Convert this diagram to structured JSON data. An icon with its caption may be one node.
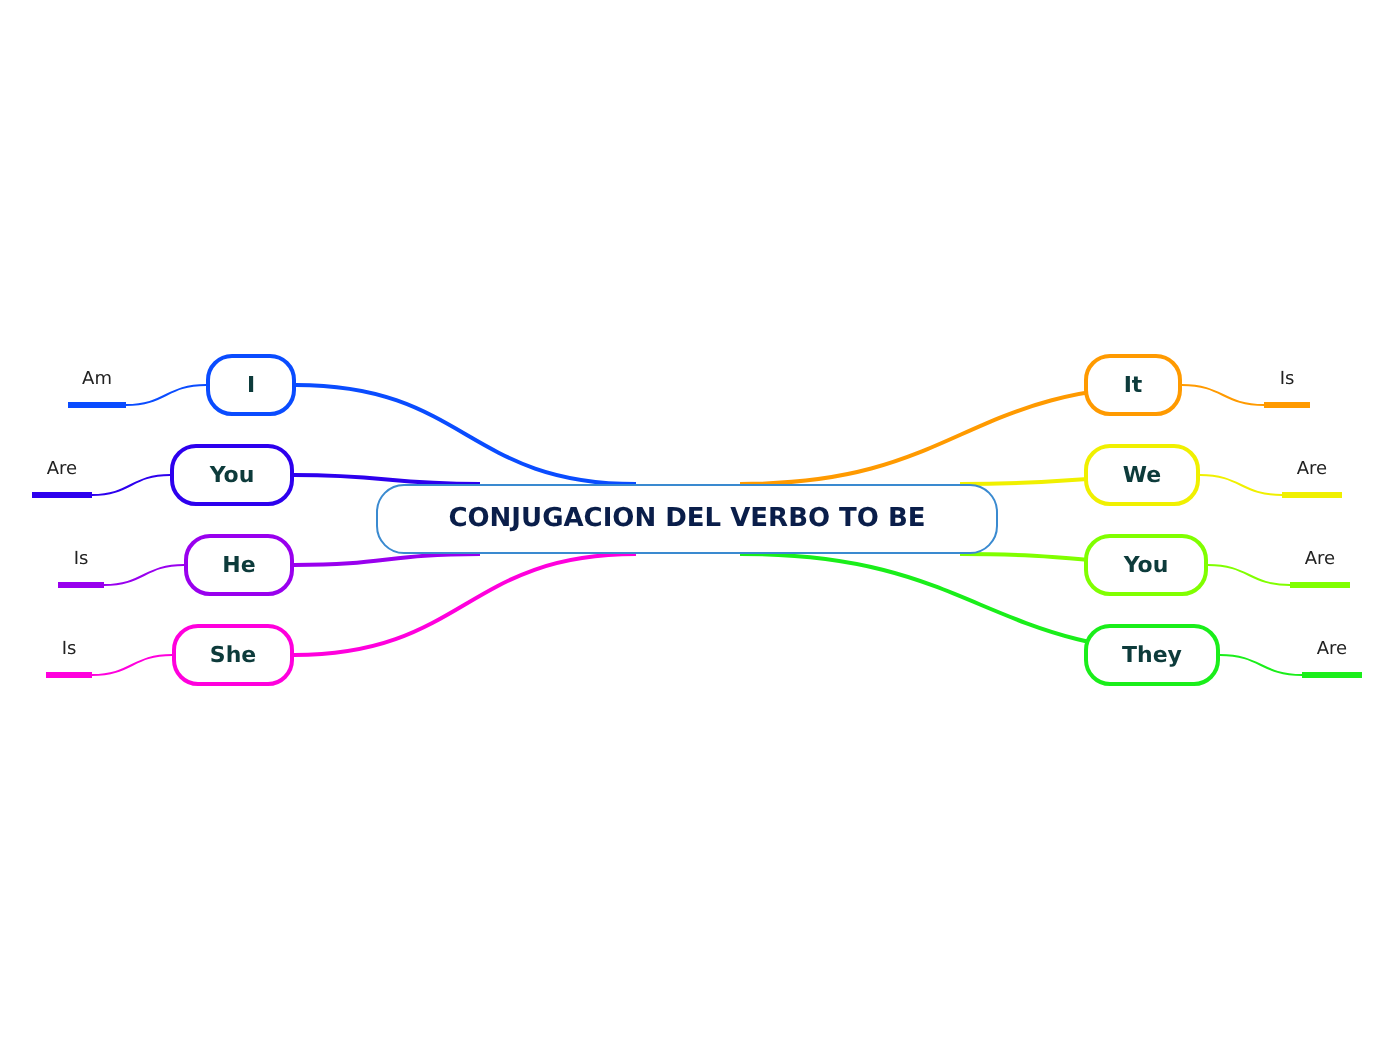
{
  "diagram": {
    "nodes": [
      {
        "text": [
          "CONJUGACION DEL VERBO TO BE"
        ]
      },
      {
        "text": [
          "I"
        ]
      },
      {
        "text": [
          "You"
        ]
      },
      {
        "text": [
          "He"
        ]
      },
      {
        "text": [
          "She"
        ]
      },
      {
        "text": [
          "It"
        ]
      },
      {
        "text": [
          "We"
        ]
      },
      {
        "text": [
          "You"
        ]
      },
      {
        "text": [
          "They"
        ]
      },
      {
        "text": [
          "Am"
        ]
      },
      {
        "text": [
          "Are"
        ]
      },
      {
        "text": [
          "Is"
        ]
      },
      {
        "text": [
          "Is"
        ]
      },
      {
        "text": [
          "Is"
        ]
      },
      {
        "text": [
          "Are"
        ]
      },
      {
        "text": [
          "Are"
        ]
      },
      {
        "text": [
          "Are"
        ]
      }
    ],
    "edges": [
      {
        "from": 0,
        "to": 1,
        "arrow": "none",
        "color": "#0a4cff"
      },
      {
        "from": 0,
        "to": 2,
        "arrow": "none",
        "color": "#2d00ee"
      },
      {
        "from": 0,
        "to": 3,
        "arrow": "none",
        "color": "#9900ee"
      },
      {
        "from": 0,
        "to": 4,
        "arrow": "none",
        "color": "#ff00dd"
      },
      {
        "from": 0,
        "to": 5,
        "arrow": "none",
        "color": "#ff9a00"
      },
      {
        "from": 0,
        "to": 6,
        "arrow": "none",
        "color": "#f0f000"
      },
      {
        "from": 0,
        "to": 7,
        "arrow": "none",
        "color": "#80ff00"
      },
      {
        "from": 0,
        "to": 8,
        "arrow": "none",
        "color": "#1aee1a"
      },
      {
        "from": 1,
        "to": 9,
        "arrow": "none",
        "color": "#0a4cff"
      },
      {
        "from": 2,
        "to": 10,
        "arrow": "none",
        "color": "#2d00ee"
      },
      {
        "from": 3,
        "to": 11,
        "arrow": "none",
        "color": "#9900ee"
      },
      {
        "from": 4,
        "to": 12,
        "arrow": "none",
        "color": "#ff00dd"
      },
      {
        "from": 5,
        "to": 13,
        "arrow": "none",
        "color": "#ff9a00"
      },
      {
        "from": 6,
        "to": 14,
        "arrow": "none",
        "color": "#f0f000"
      },
      {
        "from": 7,
        "to": 15,
        "arrow": "none",
        "color": "#80ff00"
      },
      {
        "from": 8,
        "to": 16,
        "arrow": "none",
        "color": "#1aee1a"
      }
    ]
  }
}
